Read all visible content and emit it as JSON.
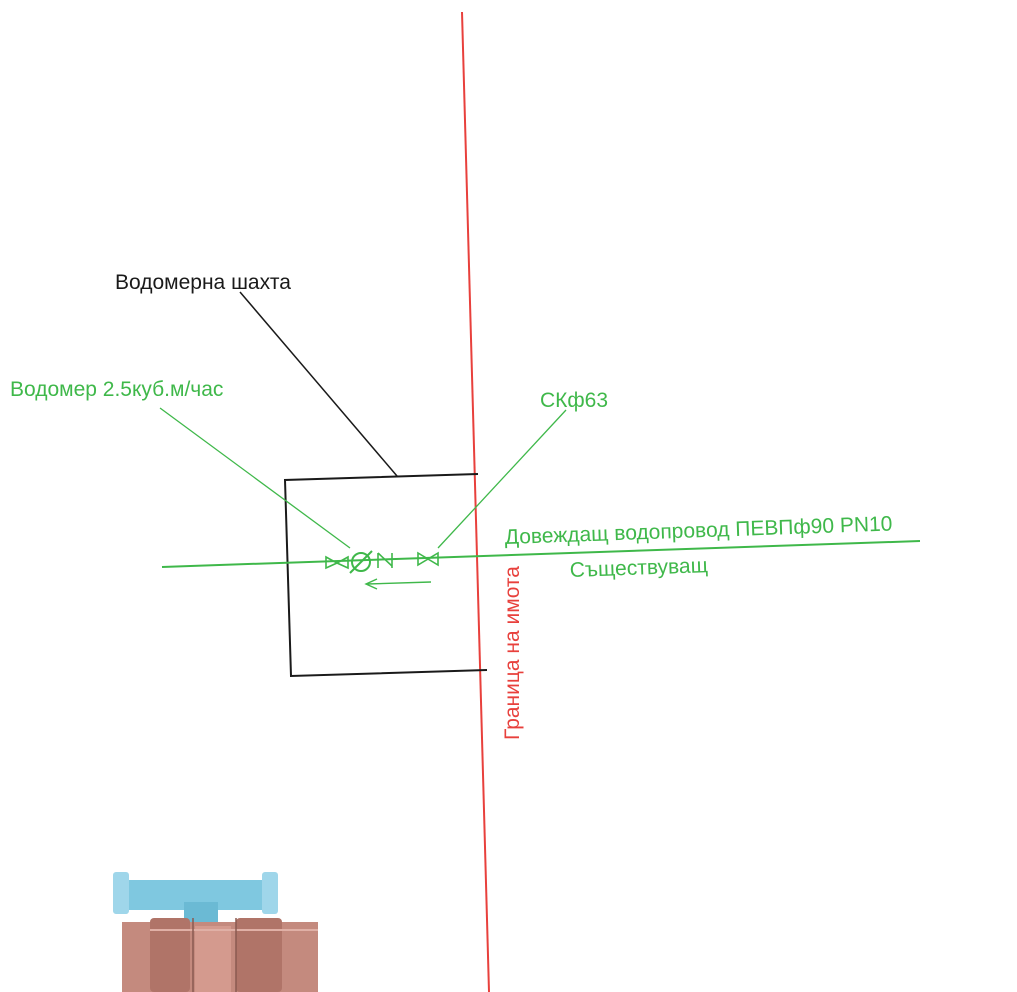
{
  "labels": {
    "shaft": "Водомерна  шахта",
    "water_meter": "Водомер 2.5куб.м/час",
    "valve": "СКф63",
    "supply_pipe": "Довеждащ водопровод ПЕВПф90 PN10",
    "existing": "Съществуващ",
    "property_boundary": "Граница на имота"
  },
  "colors": {
    "boundary": "#e8403c",
    "pipe": "#3fb84a",
    "outline": "#1a1a1a",
    "valve_handle": "#7fc8e0",
    "valve_body": "#c48a7e"
  },
  "icons": {
    "water_meter_symbol": "water-meter-icon",
    "check_valve_symbol": "check-valve-icon",
    "gate_valve_symbol": "gate-valve-icon",
    "flow_arrow": "arrow-left-icon",
    "ball_valve_photo": "ball-valve-icon"
  }
}
